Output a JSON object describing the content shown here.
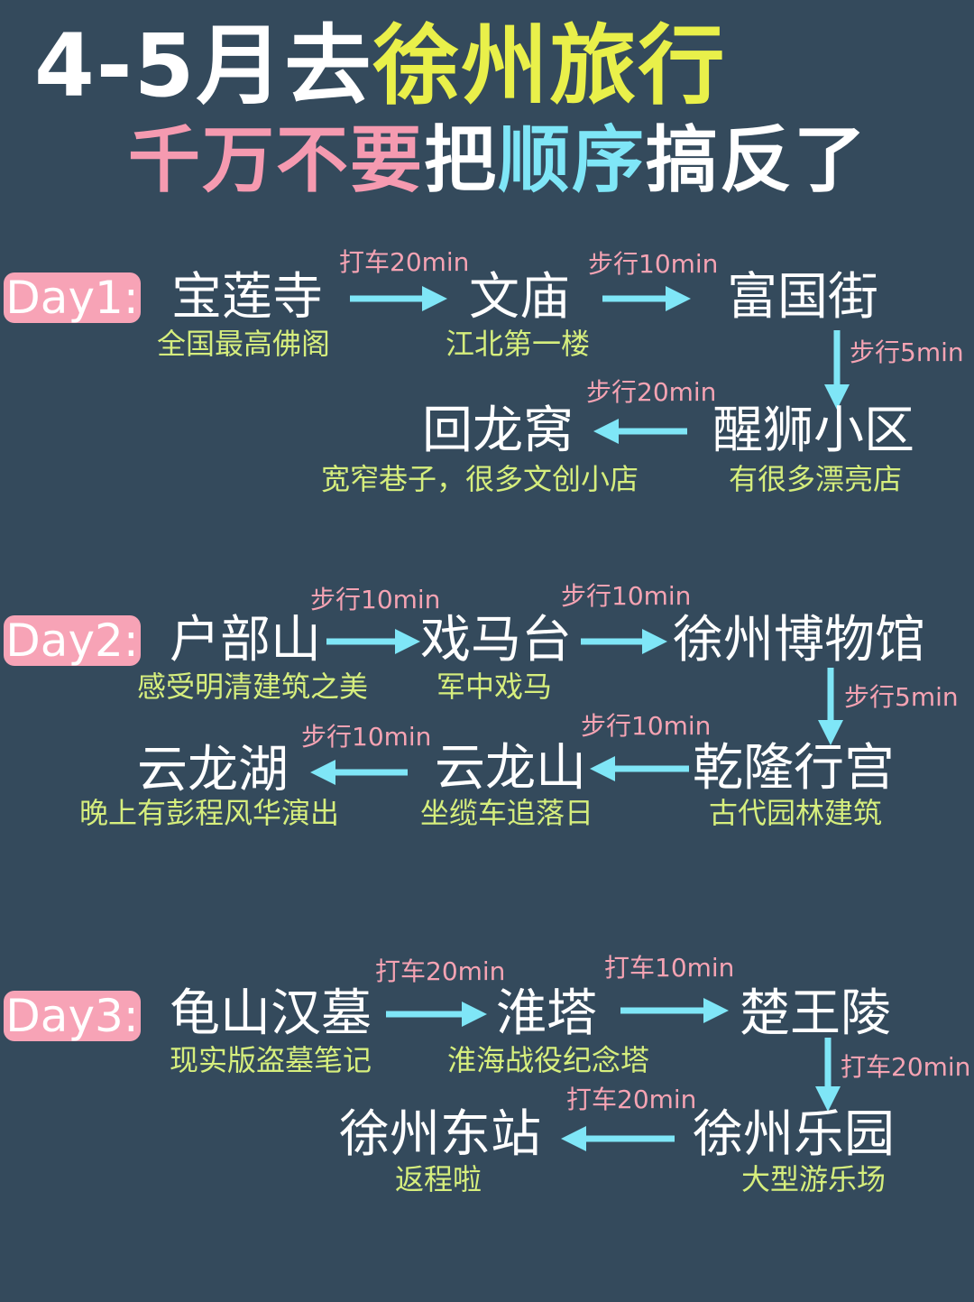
{
  "title": {
    "line1_white": "4-5月去",
    "line1_yellow": "徐州旅行",
    "line2_pink": "千万不要",
    "line2_white_a": "把",
    "line2_blue": "顺序",
    "line2_white_b": "搞反了"
  },
  "day1": {
    "label": "Day1:",
    "places": [
      {
        "name": "宝莲寺",
        "note": "全国最高佛阁"
      },
      {
        "name": "文庙",
        "note": "江北第一楼"
      },
      {
        "name": "富国街",
        "note": ""
      },
      {
        "name": "醒狮小区",
        "note": "有很多漂亮店"
      },
      {
        "name": "回龙窝",
        "note": "宽窄巷子，很多文创小店"
      }
    ],
    "transport": [
      "打车20min",
      "步行10min",
      "步行5min",
      "步行20min"
    ]
  },
  "day2": {
    "label": "Day2:",
    "places": [
      {
        "name": "户部山",
        "note": "感受明清建筑之美"
      },
      {
        "name": "戏马台",
        "note": "军中戏马"
      },
      {
        "name": "徐州博物馆",
        "note": ""
      },
      {
        "name": "乾隆行宫",
        "note": "古代园林建筑"
      },
      {
        "name": "云龙山",
        "note": "坐缆车追落日"
      },
      {
        "name": "云龙湖",
        "note": "晚上有彭程风华演出"
      }
    ],
    "transport": [
      "步行10min",
      "步行10min",
      "步行5min",
      "步行10min",
      "步行10min"
    ]
  },
  "day3": {
    "label": "Day3:",
    "places": [
      {
        "name": "龟山汉墓",
        "note": "现实版盗墓笔记"
      },
      {
        "name": "淮塔",
        "note": "淮海战役纪念塔"
      },
      {
        "name": "楚王陵",
        "note": ""
      },
      {
        "name": "徐州乐园",
        "note": "大型游乐场"
      },
      {
        "name": "徐州东站",
        "note": "返程啦"
      }
    ],
    "transport": [
      "打车20min",
      "打车10min",
      "打车20min",
      "打车20min"
    ]
  },
  "colors": {
    "background": "#344a5c",
    "arrow": "#7fe6f7",
    "badge": "#f7a3b6",
    "note": "#d6ee7d",
    "transport": "#f5a3b3",
    "title_yellow": "#e9f04a"
  }
}
